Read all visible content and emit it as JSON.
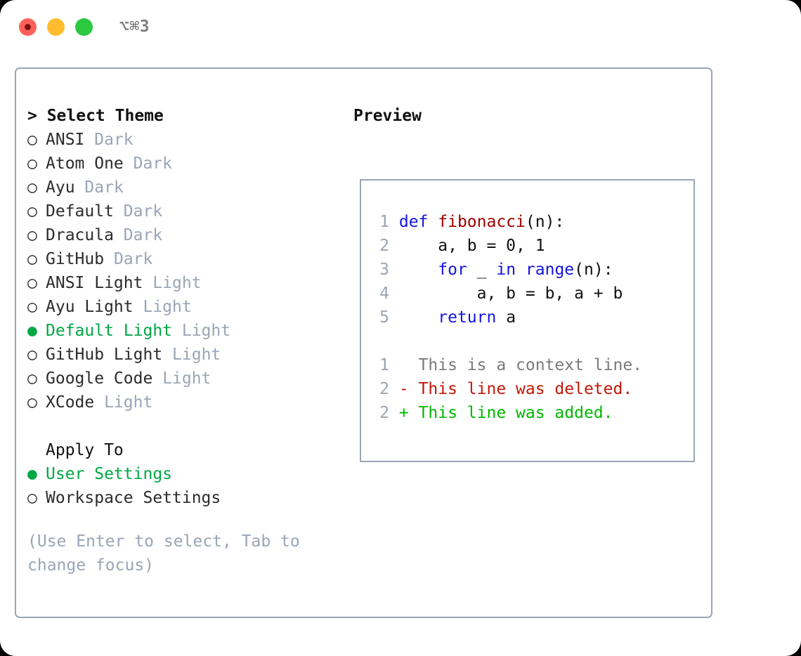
{
  "titlebar": {
    "shortcut": "⌥⌘3",
    "window_controls": [
      {
        "name": "close",
        "color": "#ff6159"
      },
      {
        "name": "minimize",
        "color": "#ffbd2e"
      },
      {
        "name": "maximize",
        "color": "#2bc840"
      }
    ]
  },
  "theme_panel": {
    "heading": "> Select Theme",
    "markers": {
      "selected": "●",
      "unselected": "○"
    },
    "items": [
      {
        "marker": "○",
        "name": "ANSI",
        "tag": "Dark",
        "selected": false
      },
      {
        "marker": "○",
        "name": "Atom One",
        "tag": "Dark",
        "selected": false
      },
      {
        "marker": "○",
        "name": "Ayu",
        "tag": "Dark",
        "selected": false
      },
      {
        "marker": "○",
        "name": "Default",
        "tag": "Dark",
        "selected": false
      },
      {
        "marker": "○",
        "name": "Dracula",
        "tag": "Dark",
        "selected": false
      },
      {
        "marker": "○",
        "name": "GitHub",
        "tag": "Dark",
        "selected": false
      },
      {
        "marker": "○",
        "name": "ANSI Light",
        "tag": "Light",
        "selected": false
      },
      {
        "marker": "○",
        "name": "Ayu Light",
        "tag": "Light",
        "selected": false
      },
      {
        "marker": "●",
        "name": "Default Light",
        "tag": "Light",
        "selected": true
      },
      {
        "marker": "○",
        "name": "GitHub Light",
        "tag": "Light",
        "selected": false
      },
      {
        "marker": "○",
        "name": "Google Code",
        "tag": "Light",
        "selected": false
      },
      {
        "marker": "○",
        "name": "XCode",
        "tag": "Light",
        "selected": false
      }
    ]
  },
  "apply_to": {
    "heading": "Apply To",
    "items": [
      {
        "marker": "●",
        "name": "User Settings",
        "selected": true
      },
      {
        "marker": "○",
        "name": "Workspace Settings",
        "selected": false
      }
    ]
  },
  "hint": "(Use Enter to select, Tab to change focus)",
  "preview": {
    "heading": "Preview",
    "code_lines": [
      {
        "n": "1",
        "segments": [
          {
            "t": "def ",
            "c": "kw"
          },
          {
            "t": "fibonacci",
            "c": "fn"
          },
          {
            "t": "(n):",
            "c": "pl"
          }
        ]
      },
      {
        "n": "2",
        "segments": [
          {
            "t": "    a, b = 0, 1",
            "c": "pl"
          }
        ]
      },
      {
        "n": "3",
        "segments": [
          {
            "t": "    ",
            "c": "pl"
          },
          {
            "t": "for",
            "c": "kw"
          },
          {
            "t": " _ ",
            "c": "pl"
          },
          {
            "t": "in",
            "c": "kw"
          },
          {
            "t": " ",
            "c": "pl"
          },
          {
            "t": "range",
            "c": "kw"
          },
          {
            "t": "(n):",
            "c": "pl"
          }
        ]
      },
      {
        "n": "4",
        "segments": [
          {
            "t": "        a, b = b, a + b",
            "c": "pl"
          }
        ]
      },
      {
        "n": "5",
        "segments": [
          {
            "t": "    ",
            "c": "pl"
          },
          {
            "t": "return",
            "c": "kw"
          },
          {
            "t": " a",
            "c": "pl"
          }
        ]
      }
    ],
    "diff_lines": [
      {
        "n": "1",
        "text": "  This is a context line.",
        "c": "ctx"
      },
      {
        "n": "2",
        "text": "- This line was deleted.",
        "c": "del"
      },
      {
        "n": "2",
        "text": "+ This line was added.",
        "c": "add"
      }
    ]
  },
  "colors": {
    "accent_green": "#00a844",
    "border": "#9aa5b5",
    "muted": "#9aa5b5",
    "keyword_blue": "#1414e0",
    "function_red": "#a00000",
    "diff_add": "#00b800",
    "diff_del": "#c21807",
    "background": "#ffffff",
    "outer": "#000000"
  }
}
